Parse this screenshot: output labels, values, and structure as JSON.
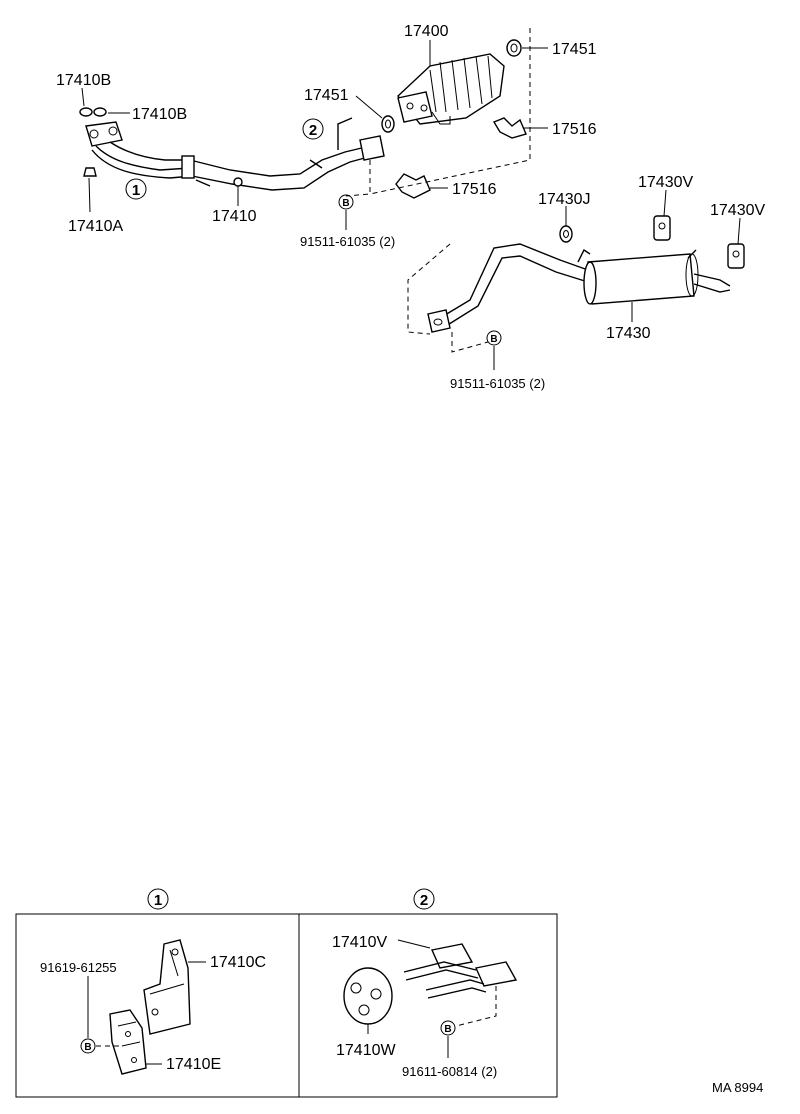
{
  "diagram": {
    "parts": {
      "p17400": "17400",
      "p17451_top": "17451",
      "p17451_left": "17451",
      "p17410B_1": "17410B",
      "p17410B_2": "17410B",
      "p17516_top": "17516",
      "p17516_mid": "17516",
      "p17410A": "17410A",
      "p17410": "17410",
      "p91511_a": "91511-61035 (2)",
      "p17430J": "17430J",
      "p17430V_1": "17430V",
      "p17430V_2": "17430V",
      "p17430": "17430",
      "p91511_b": "91511-61035 (2)"
    },
    "callouts": {
      "one": "1",
      "two": "2",
      "b_letter": "B"
    },
    "inset1": {
      "number": "1",
      "p91619": "91619-61255",
      "p17410C": "17410C",
      "p17410E": "17410E"
    },
    "inset2": {
      "number": "2",
      "p17410V": "17410V",
      "p17410W": "17410W",
      "p91611": "91611-60814  (2)"
    },
    "footer_code": "MA 8994"
  }
}
